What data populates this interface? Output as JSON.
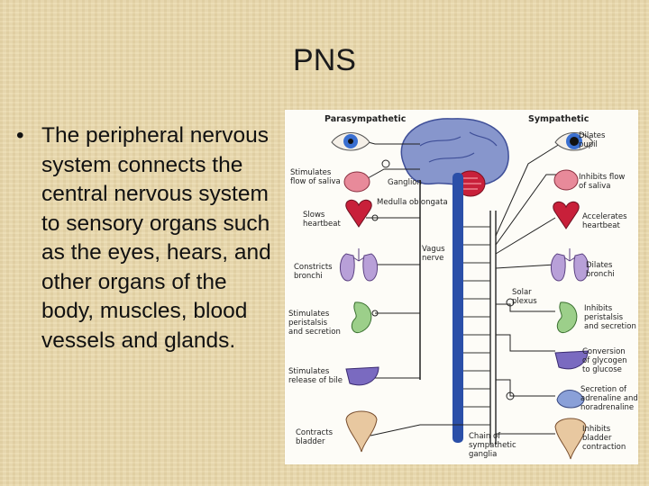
{
  "slide": {
    "title": "PNS",
    "bullet_symbol": "•",
    "bullet": "The peripheral nervous system connects the central nervous system to sensory organs such as the eyes, hears, and other organs of the body, muscles, blood vessels and glands."
  },
  "diagram": {
    "parasympathetic_heading": "Parasympathetic",
    "sympathetic_heading": "Sympathetic",
    "left_labels": [
      "Stimulates\nflow of saliva",
      "Slows\nheartbeat",
      "Constricts\nbronchi",
      "Stimulates\nperistalsis\nand secretion",
      "Stimulates\nrelease of bile",
      "Contracts\nbladder"
    ],
    "right_labels": [
      "Dilates\npupil",
      "Inhibits flow\nof saliva",
      "Accelerates\nheartbeat",
      "Dilates\nbronchi",
      "Inhibits\nperistalsis\nand secretion",
      "Conversion\nof glycogen\nto glucose",
      "Secretion of\nadrenaline and\nnoradrenaline",
      "Inhibits\nbladder\ncontraction"
    ],
    "center_labels": {
      "ganglion": "Ganglion",
      "medulla": "Medulla oblongata",
      "vagus": "Vagus\nnerve",
      "solar": "Solar\nplexus",
      "chain": "Chain of\nsympathetic\nganglia"
    },
    "colors": {
      "nerve": "#2b4fa8",
      "brain": "#7f8fc8",
      "cerebellum": "#c8203a",
      "organ_pink": "#e88a9a",
      "organ_green": "#9ccf8a",
      "organ_purple": "#9a8ad0"
    }
  }
}
